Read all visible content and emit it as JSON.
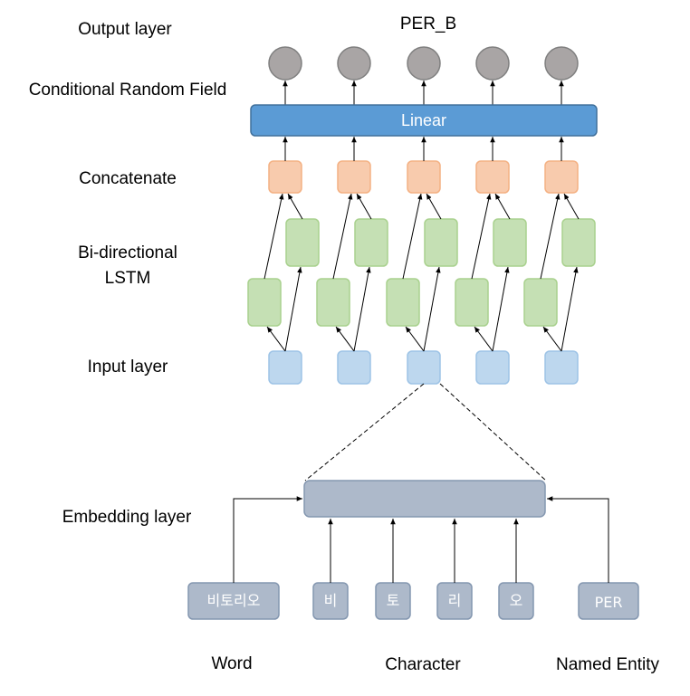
{
  "labels": {
    "output_layer": "Output layer",
    "crf": "Conditional Random Field",
    "concatenate": "Concatenate",
    "bilstm_line1": "Bi-directional",
    "bilstm_line2": "LSTM",
    "input_layer": "Input layer",
    "embedding_layer": "Embedding layer"
  },
  "output_tag": "PER_B",
  "linear_label": "Linear",
  "word_token": "비토리오",
  "characters": [
    "비",
    "토",
    "리",
    "오"
  ],
  "entity_token": "PER",
  "bottom_labels": {
    "word": "Word",
    "character": "Character",
    "named_entity": "Named Entity"
  },
  "colors": {
    "output_node": "#a9a5a5",
    "linear": "#5b9bd5",
    "concat": "#f8cbad",
    "lstm": "#c5e0b4",
    "input": "#bdd7ee",
    "embedding": "#adb9ca"
  }
}
